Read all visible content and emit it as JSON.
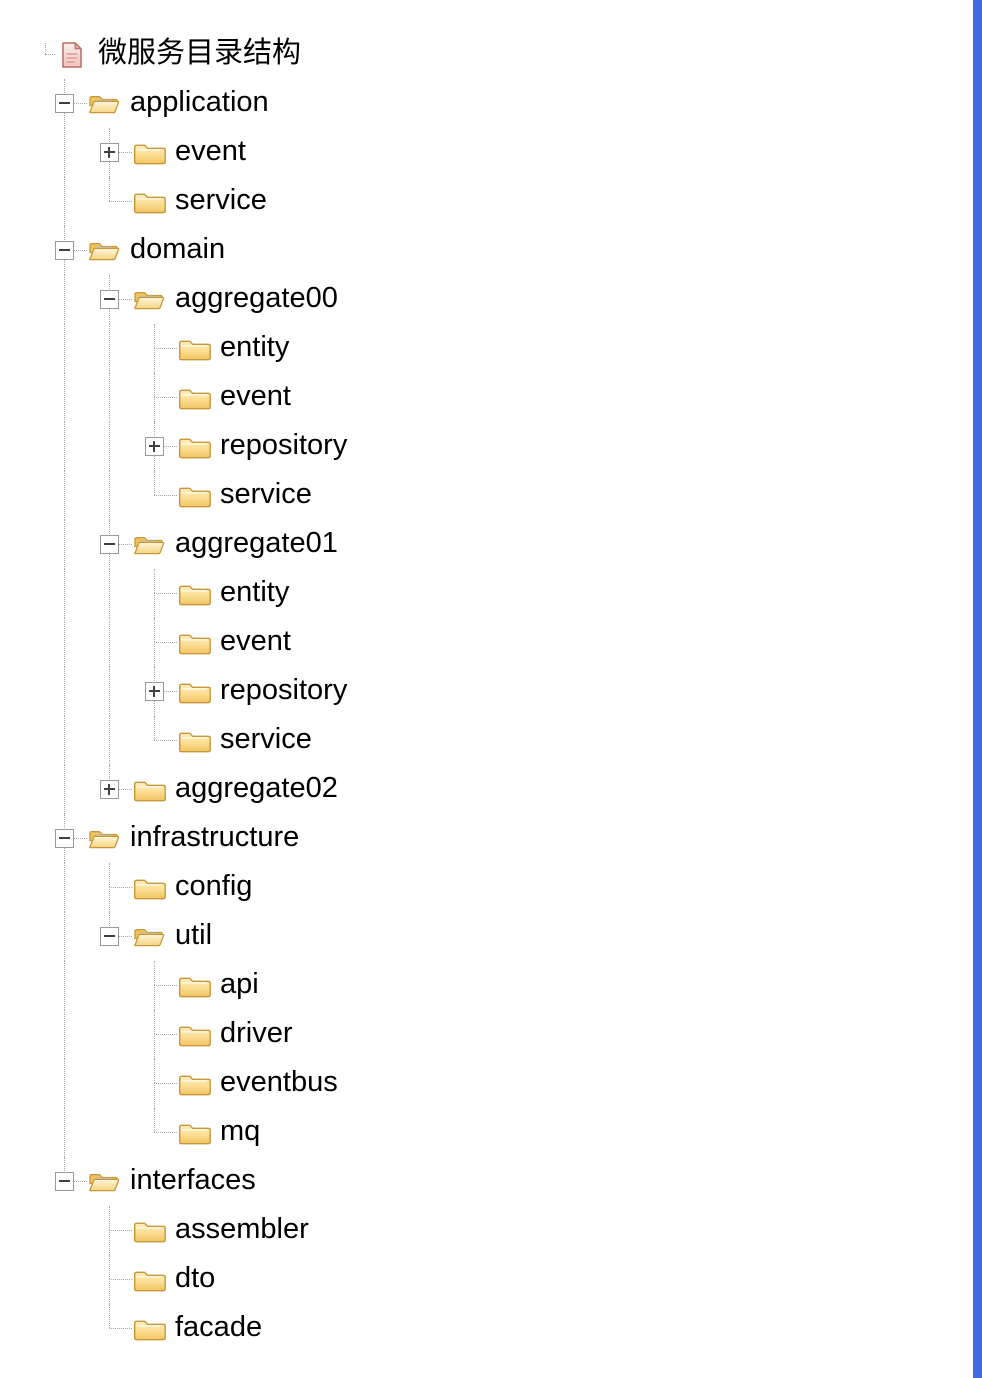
{
  "colors": {
    "scrollbar": "#4169e1",
    "tree_line": "#a8a8a8"
  },
  "tree": {
    "root": {
      "label": "微服务目录结构",
      "icon": "document-icon",
      "expand": "none",
      "children": [
        {
          "label": "application",
          "icon": "folder-open-icon",
          "expand": "minus",
          "children": [
            {
              "label": "event",
              "icon": "folder-closed-icon",
              "expand": "plus",
              "children": []
            },
            {
              "label": "service",
              "icon": "folder-closed-icon",
              "expand": "none",
              "children": []
            }
          ]
        },
        {
          "label": "domain",
          "icon": "folder-open-icon",
          "expand": "minus",
          "children": [
            {
              "label": "aggregate00",
              "icon": "folder-open-icon",
              "expand": "minus",
              "children": [
                {
                  "label": "entity",
                  "icon": "folder-closed-icon",
                  "expand": "none",
                  "children": []
                },
                {
                  "label": "event",
                  "icon": "folder-closed-icon",
                  "expand": "none",
                  "children": []
                },
                {
                  "label": "repository",
                  "icon": "folder-closed-icon",
                  "expand": "plus",
                  "children": []
                },
                {
                  "label": "service",
                  "icon": "folder-closed-icon",
                  "expand": "none",
                  "children": []
                }
              ]
            },
            {
              "label": "aggregate01",
              "icon": "folder-open-icon",
              "expand": "minus",
              "children": [
                {
                  "label": "entity",
                  "icon": "folder-closed-icon",
                  "expand": "none",
                  "children": []
                },
                {
                  "label": "event",
                  "icon": "folder-closed-icon",
                  "expand": "none",
                  "children": []
                },
                {
                  "label": "repository",
                  "icon": "folder-closed-icon",
                  "expand": "plus",
                  "children": []
                },
                {
                  "label": "service",
                  "icon": "folder-closed-icon",
                  "expand": "none",
                  "children": []
                }
              ]
            },
            {
              "label": "aggregate02",
              "icon": "folder-closed-icon",
              "expand": "plus",
              "children": []
            }
          ]
        },
        {
          "label": "infrastructure",
          "icon": "folder-open-icon",
          "expand": "minus",
          "children": [
            {
              "label": "config",
              "icon": "folder-closed-icon",
              "expand": "none",
              "children": []
            },
            {
              "label": "util",
              "icon": "folder-open-icon",
              "expand": "minus",
              "children": [
                {
                  "label": "api",
                  "icon": "folder-closed-icon",
                  "expand": "none",
                  "children": []
                },
                {
                  "label": "driver",
                  "icon": "folder-closed-icon",
                  "expand": "none",
                  "children": []
                },
                {
                  "label": "eventbus",
                  "icon": "folder-closed-icon",
                  "expand": "none",
                  "children": []
                },
                {
                  "label": "mq",
                  "icon": "folder-closed-icon",
                  "expand": "none",
                  "children": []
                }
              ]
            }
          ]
        },
        {
          "label": "interfaces",
          "icon": "folder-open-icon",
          "expand": "minus",
          "children": [
            {
              "label": "assembler",
              "icon": "folder-closed-icon",
              "expand": "none",
              "children": []
            },
            {
              "label": "dto",
              "icon": "folder-closed-icon",
              "expand": "none",
              "children": []
            },
            {
              "label": "facade",
              "icon": "folder-closed-icon",
              "expand": "none",
              "children": []
            }
          ]
        }
      ]
    }
  }
}
